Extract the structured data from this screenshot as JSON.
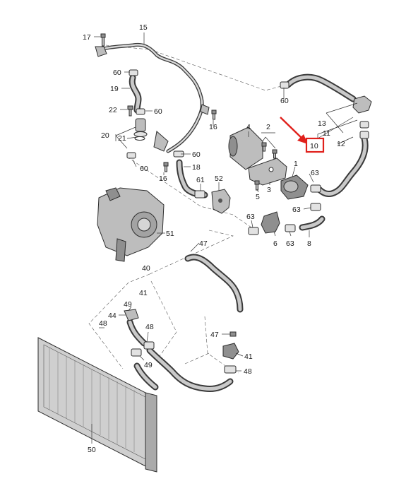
{
  "callouts": {
    "c1": "1",
    "c2": "2",
    "c3": "3",
    "c4": "4",
    "c5": "5",
    "c6": "6",
    "c8": "8",
    "c10": "10",
    "c11": "11",
    "c12": "12",
    "c13": "13",
    "c15": "15",
    "c16a": "16",
    "c16b": "16",
    "c17": "17",
    "c18": "18",
    "c19": "19",
    "c20": "20",
    "c21": "21",
    "c22": "22",
    "c40": "40",
    "c41a": "41",
    "c41b": "41",
    "c44": "44",
    "c47a": "47",
    "c47b": "47",
    "c48a": "48",
    "c48b": "48",
    "c48c": "48",
    "c49a": "49",
    "c49b": "49",
    "c50": "50",
    "c51": "51",
    "c52": "52",
    "c60a": "60",
    "c60b": "60",
    "c60c": "60",
    "c60d": "60",
    "c60e": "60",
    "c61": "61",
    "c63a": "63",
    "c63b": "63",
    "c63c": "63",
    "c63d": "63"
  },
  "highlight": {
    "label": "10",
    "box_color": "#e0201b",
    "arrow_color": "#e0201b"
  },
  "colors": {
    "line": "#333333",
    "part_fill": "#bdbdbd",
    "hose_fill": "#3a3a3a"
  }
}
